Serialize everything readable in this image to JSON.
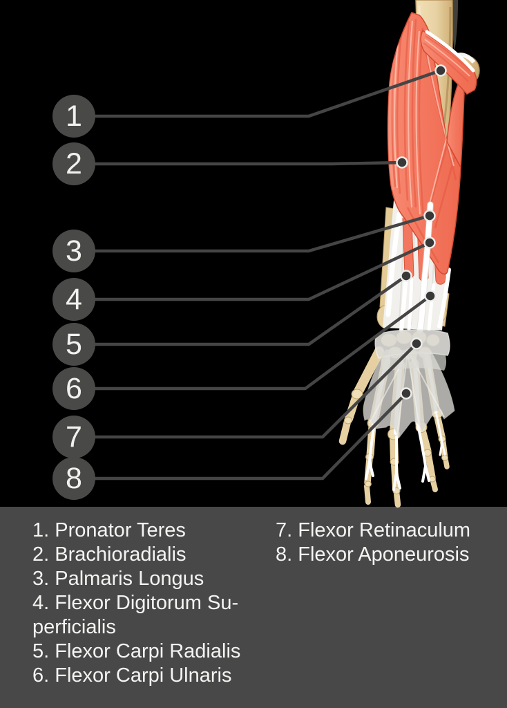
{
  "figure": {
    "type": "anatomy-diagram",
    "subject": "Anterior forearm muscles with numbered markers",
    "background_color": "#000000"
  },
  "markers": [
    {
      "label": "1"
    },
    {
      "label": "2"
    },
    {
      "label": "3"
    },
    {
      "label": "4"
    },
    {
      "label": "5"
    },
    {
      "label": "6"
    },
    {
      "label": "7"
    },
    {
      "label": "8"
    }
  ],
  "legend": {
    "panel_color": "#484848",
    "text_color": "#f4f4f2",
    "left_column": [
      "1. Pronator Teres",
      "2. Brachioradialis",
      "3. Palmaris Longus",
      "4. Flexor Digitorum Su-",
      "perficialis",
      "5. Flexor Carpi Radialis",
      "6. Flexor Carpi Ulnaris"
    ],
    "right_column": [
      "7. Flexor Retinaculum",
      "8. Flexor Aponeurosis"
    ]
  },
  "illustration_colors": {
    "muscle": "#f3775e",
    "muscle_shadow": "#e25740",
    "muscle_highlight": "#ffc9b9",
    "bone": "#e8d2a4",
    "bone_edge": "#b6935c",
    "tendon": "#ffffff",
    "retinaculum": "#dcdbd6",
    "leader_line": "#454545",
    "marker_circle": "#494948",
    "marker_number": "#f1f1ef"
  }
}
